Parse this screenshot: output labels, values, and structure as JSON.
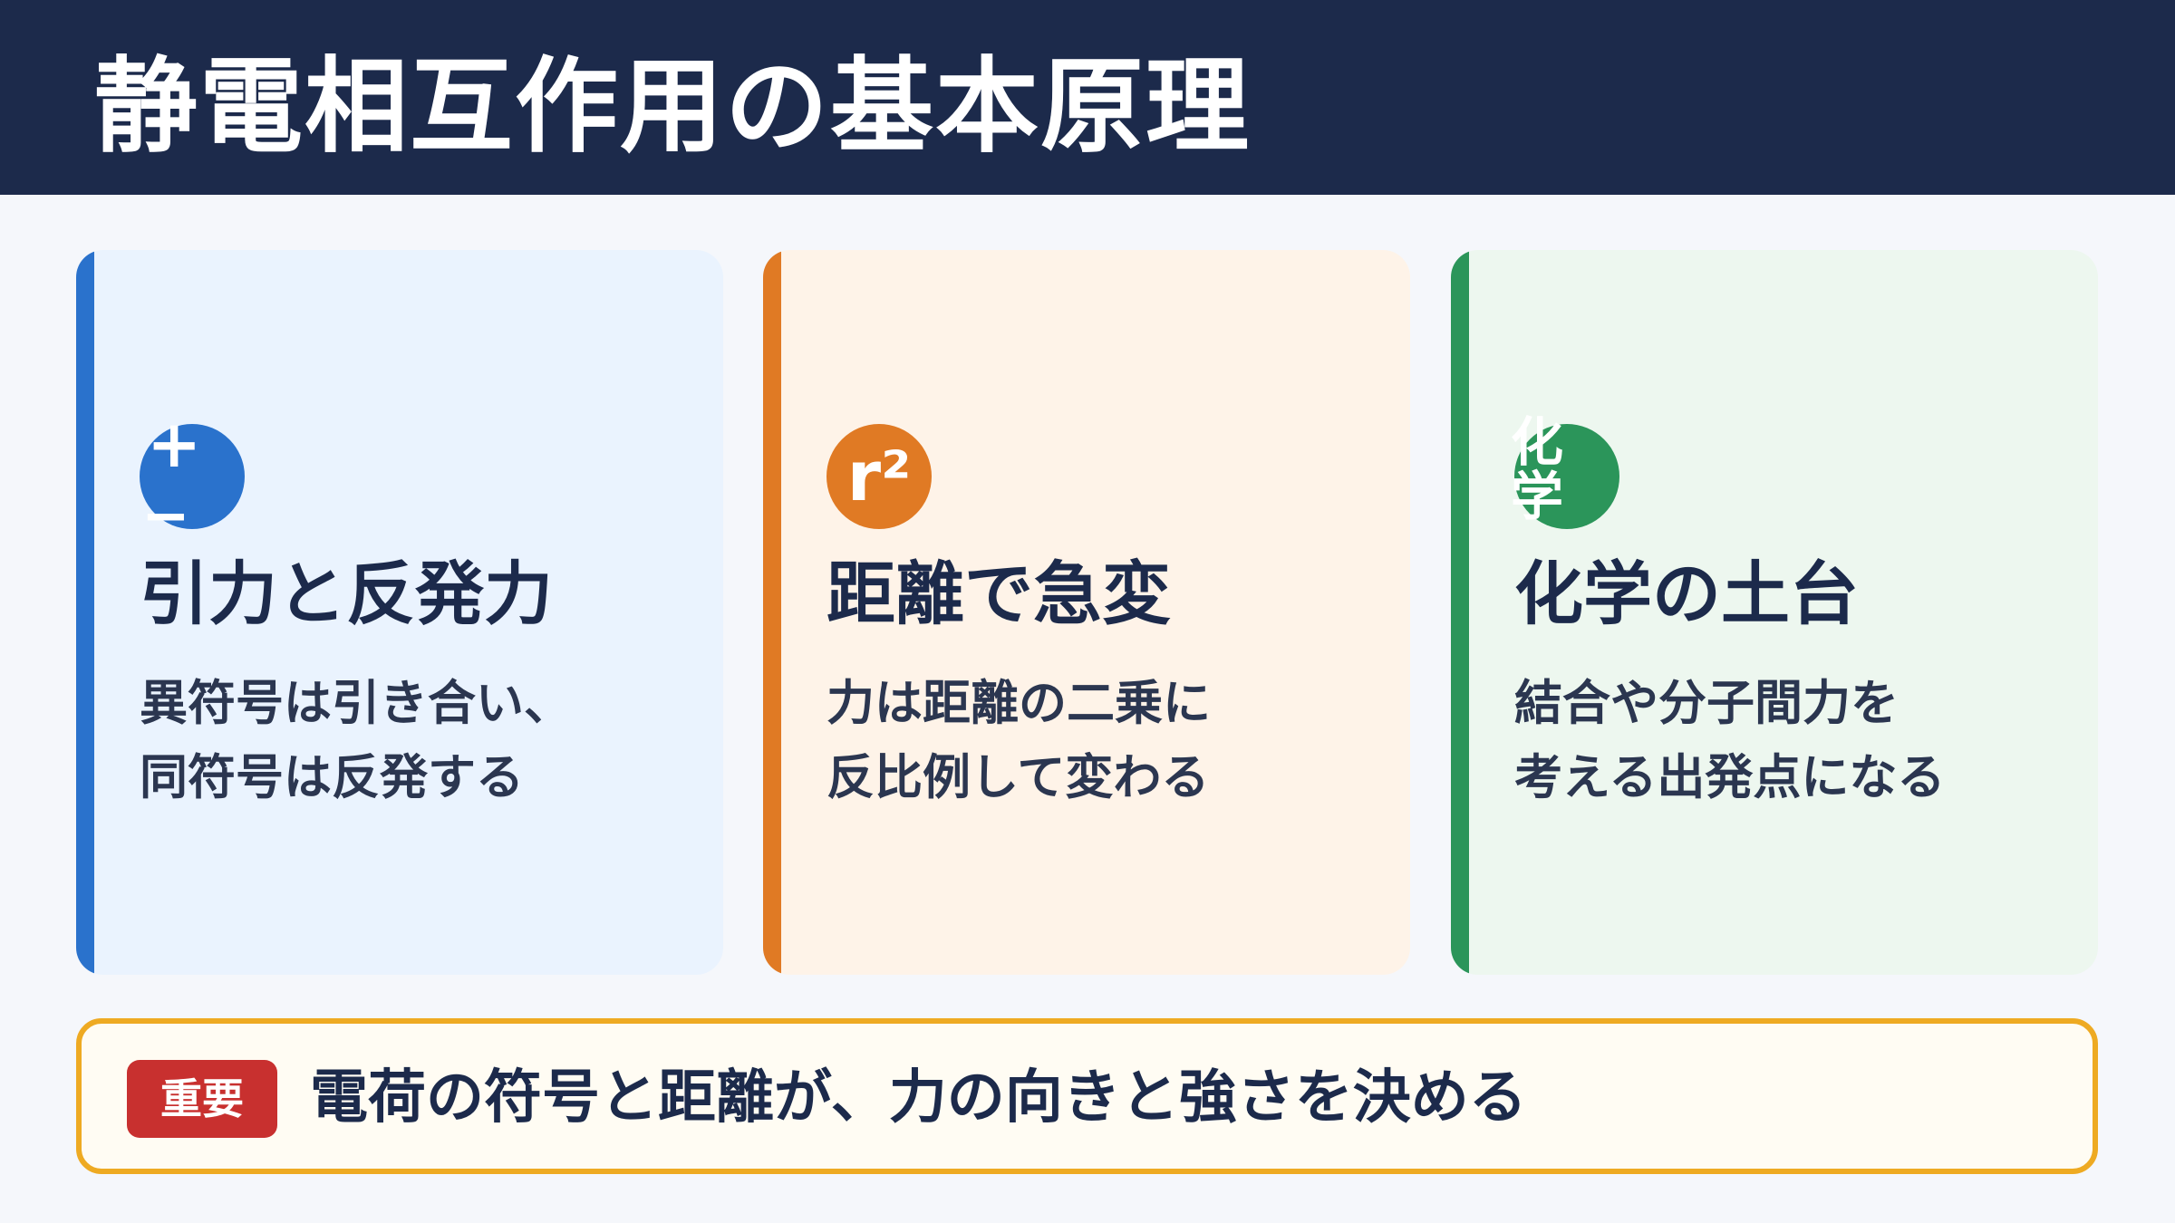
{
  "header": {
    "title": "静電相互作用の基本原理"
  },
  "cards": [
    {
      "icon": {
        "name": "plus-minus-icon",
        "plus": "+",
        "minus": "−"
      },
      "title": "引力と反発力",
      "desc_line1": "異符号は引き合い、",
      "desc_line2": "同符号は反発する",
      "color": "#2a72cc"
    },
    {
      "icon": {
        "name": "r-squared-icon",
        "text": "r²"
      },
      "title": "距離で急変",
      "desc_line1": "力は距離の二乗に",
      "desc_line2": "反比例して変わる",
      "color": "#e07a24"
    },
    {
      "icon": {
        "name": "chemistry-icon",
        "char1": "化",
        "char2": "学"
      },
      "title": "化学の土台",
      "desc_line1": "結合や分子間力を",
      "desc_line2": "考える出発点になる",
      "color": "#2b955a"
    }
  ],
  "note": {
    "tag": "重要",
    "message": "電荷の符号と距離が、力の向きと強さを決める",
    "border_color": "#eeaa22",
    "tag_color": "#c8302f"
  }
}
